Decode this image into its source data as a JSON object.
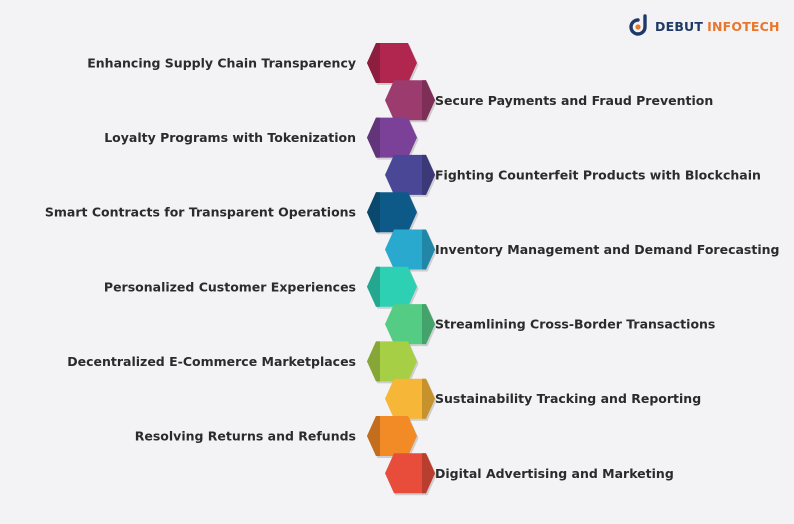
{
  "brand": {
    "name": "DEBUT",
    "accent": "INFOTECH",
    "colors": {
      "primary": "#1f3a66",
      "accent": "#e8772e"
    }
  },
  "items": [
    {
      "label": "Enhancing Supply Chain Transparency",
      "side": "left",
      "color": "#b0264f"
    },
    {
      "label": "Secure Payments and Fraud Prevention",
      "side": "right",
      "color": "#9c3b6e"
    },
    {
      "label": "Loyalty Programs with Tokenization",
      "side": "left",
      "color": "#7b4199"
    },
    {
      "label": "Fighting Counterfeit Products with Blockchain",
      "side": "right",
      "color": "#4a4796"
    },
    {
      "label": "Smart Contracts for Transparent Operations",
      "side": "left",
      "color": "#0d5a88"
    },
    {
      "label": "Inventory Management and Demand Forecasting",
      "side": "right",
      "color": "#2aa9cf"
    },
    {
      "label": "Personalized Customer Experiences",
      "side": "left",
      "color": "#2dd0b3"
    },
    {
      "label": "Streamlining Cross-Border Transactions",
      "side": "right",
      "color": "#55cc84"
    },
    {
      "label": "Decentralized E-Commerce Marketplaces",
      "side": "left",
      "color": "#a7cf45"
    },
    {
      "label": "Sustainability Tracking and Reporting",
      "side": "right",
      "color": "#f6b637"
    },
    {
      "label": "Resolving Returns and Refunds",
      "side": "left",
      "color": "#f28a25"
    },
    {
      "label": "Digital Advertising and Marketing",
      "side": "right",
      "color": "#e84d3c"
    }
  ]
}
